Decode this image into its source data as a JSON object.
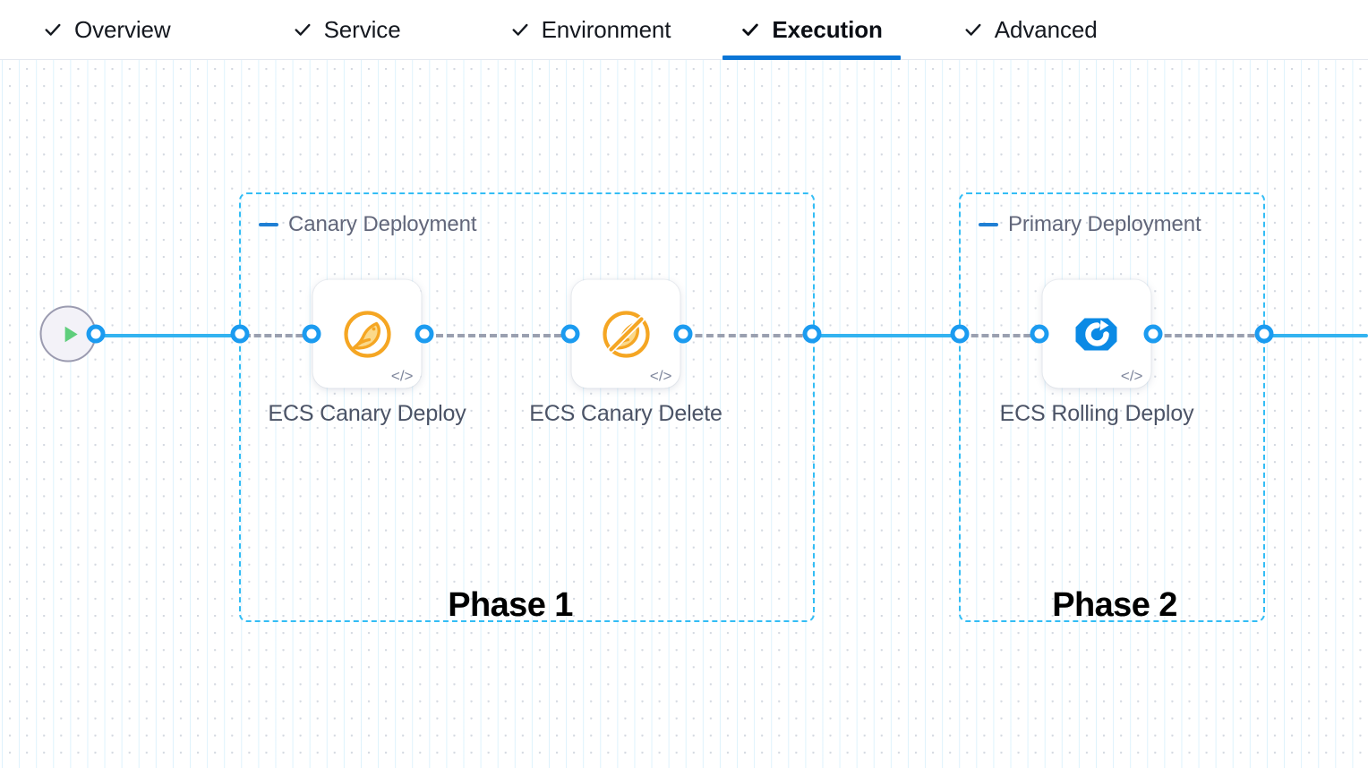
{
  "tabs": [
    {
      "id": "overview",
      "label": "Overview",
      "icon": "check-icon",
      "active": false
    },
    {
      "id": "service",
      "label": "Service",
      "icon": "check-icon",
      "active": false
    },
    {
      "id": "environment",
      "label": "Environment",
      "icon": "check-icon",
      "active": false
    },
    {
      "id": "execution",
      "label": "Execution",
      "icon": "check-icon",
      "active": true
    },
    {
      "id": "advanced",
      "label": "Advanced",
      "icon": "check-icon",
      "active": false
    }
  ],
  "colors": {
    "active_tab_underline": "#0b75d6",
    "group_border": "#33bdf5",
    "edge_solid": "#33b3f0",
    "edge_dashed": "#9aa0b0",
    "port_ring": "#1b9bf0",
    "canary_icon": "#f5a623",
    "rolling_icon": "#0b8ae5",
    "play_icon": "#5fce7c",
    "group_title_text": "#61667a",
    "node_label_text": "#4b5366",
    "phase_label_text": "#000000"
  },
  "canvas": {
    "start_node": {
      "name": "pipeline-start",
      "icon": "play-icon"
    },
    "groups": [
      {
        "id": "canary-deployment",
        "title": "Canary Deployment",
        "collapse_icon": "minus-icon",
        "phase_label": "Phase 1",
        "nodes": [
          {
            "id": "ecs-canary-deploy",
            "label": "ECS Canary Deploy",
            "icon": "canary-bird-icon",
            "badge": "</>"
          },
          {
            "id": "ecs-canary-delete",
            "label": "ECS Canary Delete",
            "icon": "canary-bird-delete-icon",
            "badge": "</>"
          }
        ]
      },
      {
        "id": "primary-deployment",
        "title": "Primary Deployment",
        "collapse_icon": "minus-icon",
        "phase_label": "Phase 2",
        "nodes": [
          {
            "id": "ecs-rolling-deploy",
            "label": "ECS Rolling Deploy",
            "icon": "rolling-deploy-icon",
            "badge": "</>"
          }
        ]
      }
    ]
  }
}
